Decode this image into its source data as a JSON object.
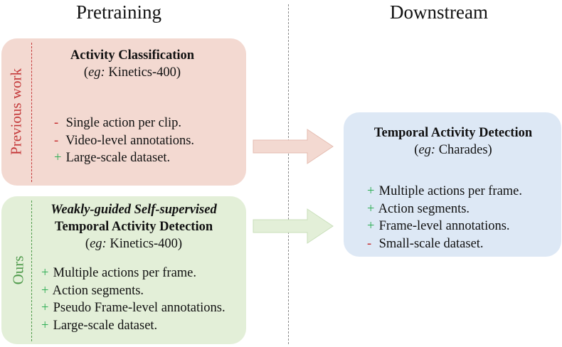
{
  "columns": {
    "left": "Pretraining",
    "right": "Downstream"
  },
  "previous": {
    "side_label": "Previous work",
    "title": "Activity Classification",
    "eg_prefix": "eg:",
    "eg_value": "Kinetics-400)",
    "items": [
      {
        "sign": "-",
        "text": "Single action per clip."
      },
      {
        "sign": "-",
        "text": "Video-level annotations."
      },
      {
        "sign": "+",
        "text": "Large-scale dataset."
      }
    ]
  },
  "ours": {
    "side_label": "Ours",
    "title_line1": "Weakly-guided Self-supervised",
    "title_line2": "Temporal Activity Detection",
    "eg_prefix": "eg:",
    "eg_value": "Kinetics-400)",
    "items": [
      {
        "sign": "+",
        "text": "Multiple actions per frame."
      },
      {
        "sign": "+",
        "text": "Action segments."
      },
      {
        "sign": "+",
        "text": "Pseudo Frame-level annotations."
      },
      {
        "sign": "+",
        "text": "Large-scale dataset."
      }
    ]
  },
  "downstream": {
    "title": "Temporal Activity Detection",
    "eg_prefix": "eg:",
    "eg_value": "Charades)",
    "items": [
      {
        "sign": "+",
        "text": "Multiple actions per frame."
      },
      {
        "sign": "+",
        "text": "Action segments."
      },
      {
        "sign": "+",
        "text": "Frame-level annotations."
      },
      {
        "sign": "-",
        "text": "Small-scale dataset."
      }
    ]
  },
  "colors": {
    "previous_box": "#f3d9d1",
    "ours_box": "#e3efd8",
    "downstream_box": "#dde8f5",
    "previous_label": "#c4393a",
    "ours_label": "#4f9a4b",
    "plus": "#2fae55",
    "minus": "#c4282a"
  }
}
